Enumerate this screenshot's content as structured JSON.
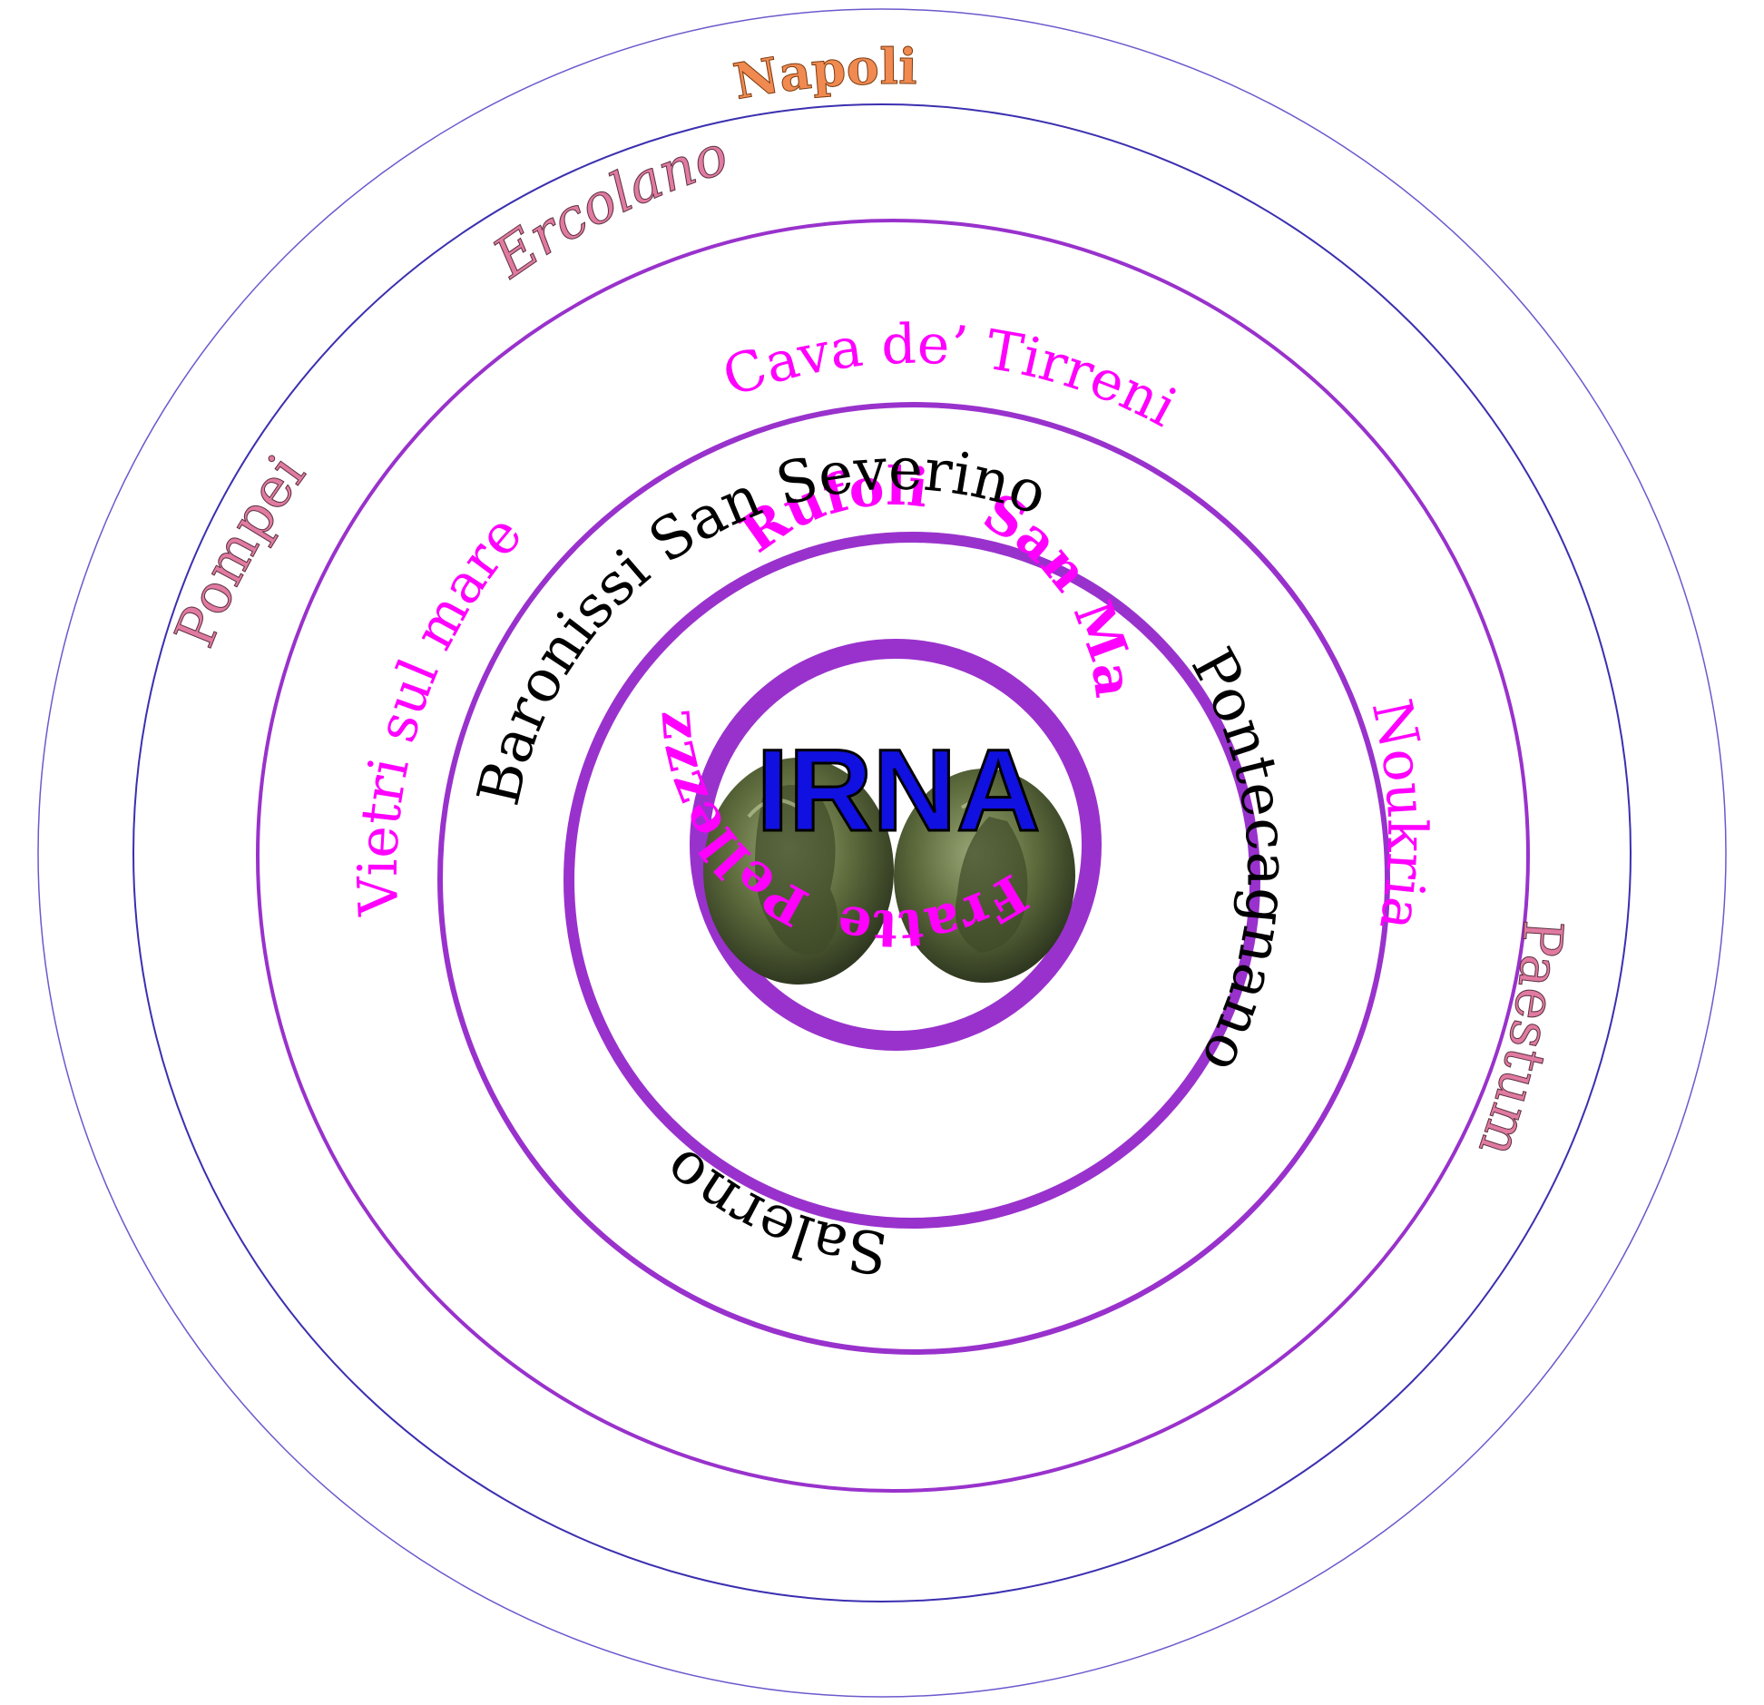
{
  "center_label": "IRNA",
  "colors": {
    "ring_outer": "#6a5acd",
    "ring_blue": "#3b2fb0",
    "ring_purple": "#9932cc",
    "label_black": "#000000",
    "label_magenta": "#ff00ff",
    "label_pink": "#e07aa0",
    "label_orange": "#f08a50",
    "center_text": "#1010e0",
    "coin_bronze": "#5a6a3a"
  },
  "rings": [
    {
      "level": 1,
      "labels": [
        {
          "text": "Rufoli",
          "color": "magenta",
          "weight": "bold"
        },
        {
          "text": "San Mango",
          "color": "magenta",
          "weight": "bold"
        },
        {
          "text": "Fratte",
          "color": "magenta",
          "weight": "bold"
        },
        {
          "text": "Pellezzzano",
          "color": "magenta",
          "weight": "bold"
        }
      ]
    },
    {
      "level": 2,
      "labels": [
        {
          "text": "Baronissi San Severino",
          "color": "black",
          "weight": "normal"
        },
        {
          "text": "Pontecagnano",
          "color": "black",
          "weight": "normal"
        },
        {
          "text": "Salerno",
          "color": "black",
          "weight": "normal"
        }
      ]
    },
    {
      "level": 3,
      "labels": [
        {
          "text": "Cava de’ Tirreni",
          "color": "magenta",
          "weight": "normal"
        },
        {
          "text": "Noukria",
          "color": "magenta",
          "weight": "normal"
        },
        {
          "text": "Vietri sul mare",
          "color": "magenta",
          "weight": "normal"
        }
      ]
    },
    {
      "level": 4,
      "labels": [
        {
          "text": "Ercolano",
          "color": "pink",
          "weight": "normal"
        },
        {
          "text": "Pompei",
          "color": "pink",
          "weight": "normal"
        },
        {
          "text": "Paestum",
          "color": "pink",
          "weight": "normal"
        },
        {
          "text": "Napoli",
          "color": "orange",
          "weight": "bold"
        }
      ]
    }
  ]
}
